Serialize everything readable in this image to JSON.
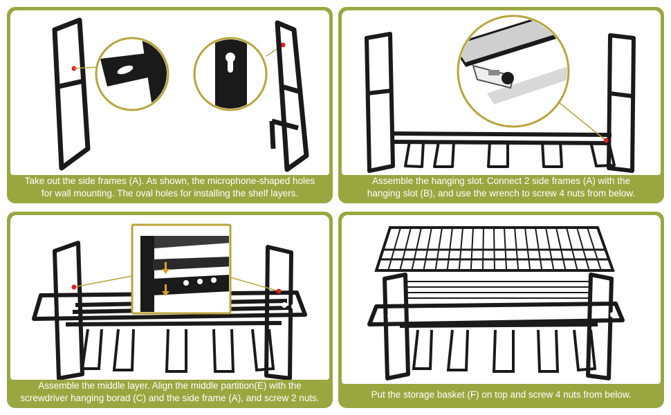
{
  "panels": [
    {
      "caption_line1": "Take out the side frames (A). As shown, the microphone-shaped holes",
      "caption_line2": "for wall mounting. The oval holes for installing the shelf layers."
    },
    {
      "caption_line1": "Assemble the hanging slot. Connect 2 side frames (A) with the",
      "caption_line2": "hanging slot (B), and use the wrench to screw 4 nuts from below."
    },
    {
      "caption_line1": "Assemble the middle layer. Align the middle partition(E) with the",
      "caption_line2": "screwdriver hanging borad (C) and the side frame (A), and screw 2 nuts."
    },
    {
      "caption_line1": "Put the storage basket (F) on top and screw 4 nuts from below."
    }
  ],
  "colors": {
    "panel_border": "#9aa740",
    "metal": "#1a1a1a",
    "callout_ring": "#b8a43a",
    "marker": "#e02020",
    "arrow": "#e0a020"
  }
}
